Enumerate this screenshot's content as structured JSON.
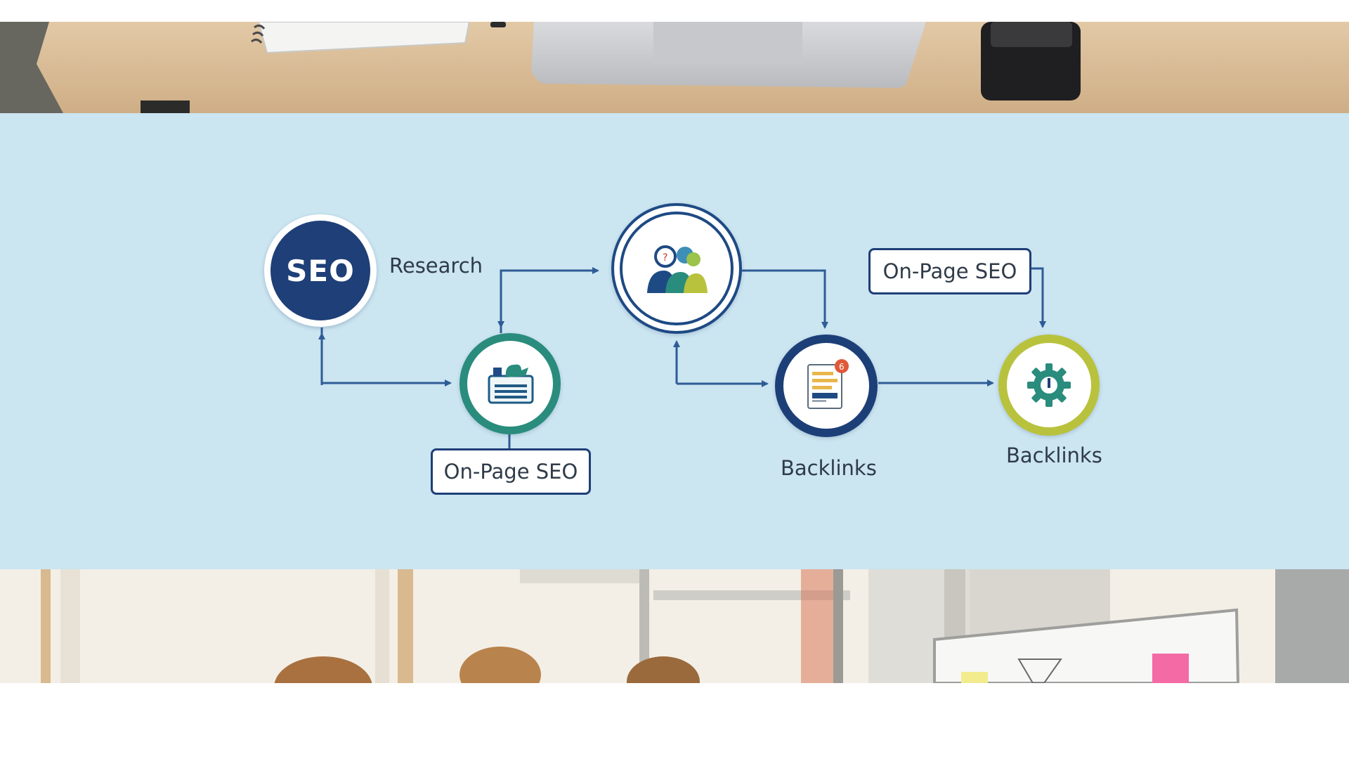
{
  "photos": {
    "top": {
      "icon": "desk-photo",
      "description_visible": ""
    },
    "bottom": {
      "icon": "meeting-photo"
    }
  },
  "diagram": {
    "nodes": [
      {
        "id": "seo",
        "text": "SEO",
        "ring_color": "#ffffff",
        "fill": "#1e3f77",
        "icon": "seo-badge"
      },
      {
        "id": "content",
        "ring_color": "#2a8c7c",
        "icon": "content-icon"
      },
      {
        "id": "audience",
        "ring_color": "#1e4a84",
        "icon": "people-icon"
      },
      {
        "id": "backlinks",
        "ring_color": "#1d3f78",
        "icon": "document-icon"
      },
      {
        "id": "settings",
        "ring_color": "#b9c23d",
        "icon": "gear-icon"
      }
    ],
    "labels": {
      "research": "Research",
      "backlinks_1": "Backlinks",
      "backlinks_2": "Backlinks"
    },
    "boxes": {
      "onpage_1": "On-Page SEO",
      "onpage_2": "On-Page SEO"
    },
    "colors": {
      "background": "#cbe5f1",
      "connector": "#2e5c96",
      "text": "#2f3b48"
    }
  }
}
